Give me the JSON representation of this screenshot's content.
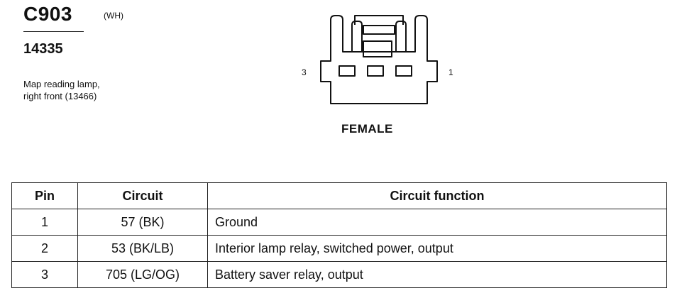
{
  "connector": {
    "id": "C903",
    "color_code": "(WH)",
    "part_number": "14335",
    "description_lines": [
      "Map reading lamp,",
      "right front (13466)"
    ],
    "gender": "FEMALE",
    "left_pin_label": "3",
    "right_pin_label": "1"
  },
  "table": {
    "headers": [
      "Pin",
      "Circuit",
      "Circuit function"
    ],
    "rows": [
      {
        "pin": "1",
        "circuit": "57 (BK)",
        "function": "Ground"
      },
      {
        "pin": "2",
        "circuit": "53 (BK/LB)",
        "function": "Interior lamp relay, switched power, output"
      },
      {
        "pin": "3",
        "circuit": "705 (LG/OG)",
        "function": "Battery saver relay, output"
      }
    ]
  }
}
